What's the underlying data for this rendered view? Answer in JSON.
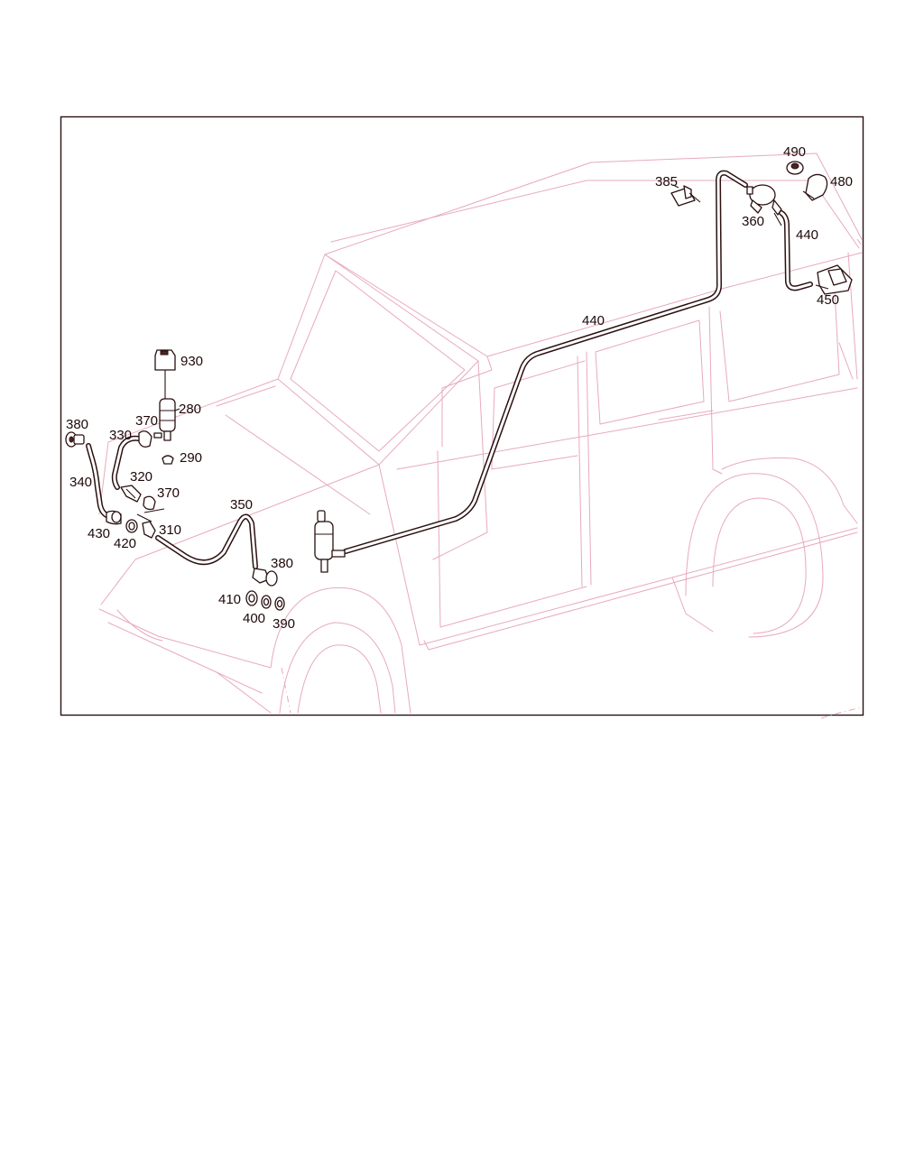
{
  "callouts": {
    "c930": "930",
    "c280": "280",
    "c370a": "370",
    "c290": "290",
    "c380a": "380",
    "c330": "330",
    "c320": "320",
    "c370b": "370",
    "c340": "340",
    "c430": "430",
    "c420": "420",
    "c310": "310",
    "c350": "350",
    "c380b": "380",
    "c410": "410",
    "c400": "400",
    "c390": "390",
    "c440a": "440",
    "c385": "385",
    "c490": "490",
    "c480": "480",
    "c360": "360",
    "c440b": "440",
    "c450": "450"
  },
  "colors": {
    "vehicle_outline": "#e8a9bf",
    "parts": "#2a1010",
    "callout_text": "#1e0808"
  }
}
